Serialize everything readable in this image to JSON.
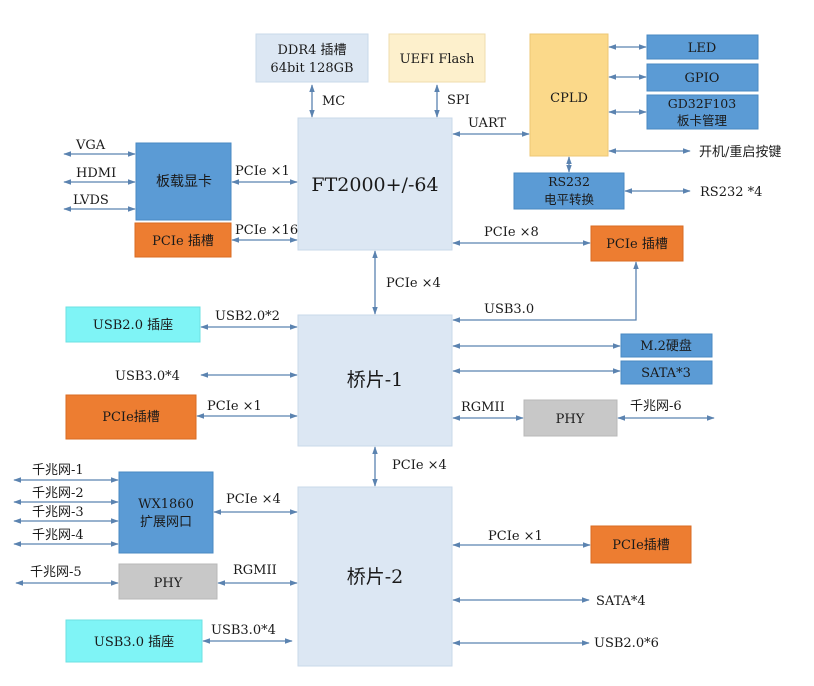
{
  "title": "FT2000+/-64 主板架构框图",
  "colors": {
    "chip": "#dce7f3",
    "memory": "#dce7f3",
    "flash": "#fdf0cc",
    "cpld": "#fbd98a",
    "blue_module": "#5b9bd5",
    "pcie_slot": "#ed7d31",
    "usb_socket": "#7ff4f6",
    "phy": "#c8c8c8",
    "line": "#5b83b0"
  },
  "blocks": {
    "cpu": {
      "label": "FT2000+/-64"
    },
    "ddr4": {
      "line1": "DDR4 插槽",
      "line2": "64bit 128GB"
    },
    "uefi": {
      "label": "UEFI Flash"
    },
    "cpld": {
      "label": "CPLD"
    },
    "led": {
      "label": "LED"
    },
    "gpio": {
      "label": "GPIO"
    },
    "gd32": {
      "line1": "GD32F103",
      "line2": "板卡管理"
    },
    "rs232": {
      "line1": "RS232",
      "line2": "电平转换"
    },
    "gpu": {
      "label": "板载显卡"
    },
    "pcie_slot_left_top": {
      "label": "PCIe  插槽"
    },
    "pcie_slot_right_top": {
      "label": "PCIe  插槽"
    },
    "bridge1": {
      "label": "桥片-1"
    },
    "bridge2": {
      "label": "桥片-2"
    },
    "usb2_socket": {
      "label": "USB2.0 插座"
    },
    "pcie_slot_bridge1": {
      "label": "PCIe插槽"
    },
    "m2": {
      "label": "M.2硬盘"
    },
    "sata3": {
      "label": "SATA*3"
    },
    "phy1": {
      "label": "PHY"
    },
    "wx1860": {
      "line1": "WX1860",
      "line2": "扩展网口"
    },
    "phy2": {
      "label": "PHY"
    },
    "usb3_socket": {
      "label": "USB3.0 插座"
    },
    "pcie_slot_bridge2": {
      "label": "PCIe插槽"
    }
  },
  "links": {
    "mc": "MC",
    "spi": "SPI",
    "uart": "UART",
    "power_button": "开机/重启按键",
    "rs232_ports": "RS232 *4",
    "vga": "VGA",
    "hdmi": "HDMI",
    "lvds": "LVDS",
    "gpu_pcie": "PCIe ×1",
    "slot_pcie16": "PCIe ×16",
    "slot_pcie8": "PCIe ×8",
    "cpu_bridge1": "PCIe ×4",
    "usb30_bridge1": "USB3.0",
    "usb20x2": "USB2.0*2",
    "usb30x4_left": "USB3.0*4",
    "bridge1_pcie1": "PCIe ×1",
    "rgmii1": "RGMII",
    "gbe6": "千兆网-6",
    "bridge1_bridge2": "PCIe ×4",
    "gbe1": "千兆网-1",
    "gbe2": "千兆网-2",
    "gbe3": "千兆网-3",
    "gbe4": "千兆网-4",
    "wx_pcie4": "PCIe ×4",
    "gbe5": "千兆网-5",
    "rgmii2": "RGMII",
    "usb30x4_b2": "USB3.0*4",
    "bridge2_pcie1": "PCIe  ×1",
    "sata4": "SATA*4",
    "usb20x6": "USB2.0*6"
  }
}
